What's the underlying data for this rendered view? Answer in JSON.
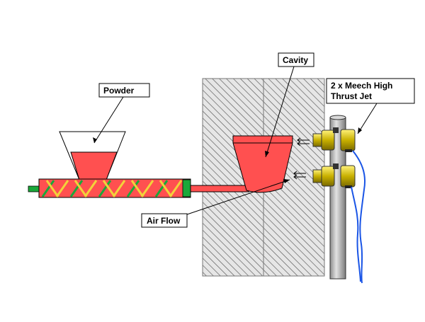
{
  "labels": {
    "powder": "Powder",
    "cavity": "Cavity",
    "jet_line1": "2 x Meech High",
    "jet_line2": "Thrust Jet",
    "air_flow": "Air Flow"
  },
  "colors": {
    "material_red": "#ff5050",
    "screw_green": "#1aa83a",
    "flight_yellow": "#f2d23a",
    "jet_gold": "#c9b400",
    "pipe_grey": "#c4c4c4",
    "cable_blue": "#1a55e6",
    "hatch_bg": "#cfcfcf",
    "outline": "#000000"
  }
}
